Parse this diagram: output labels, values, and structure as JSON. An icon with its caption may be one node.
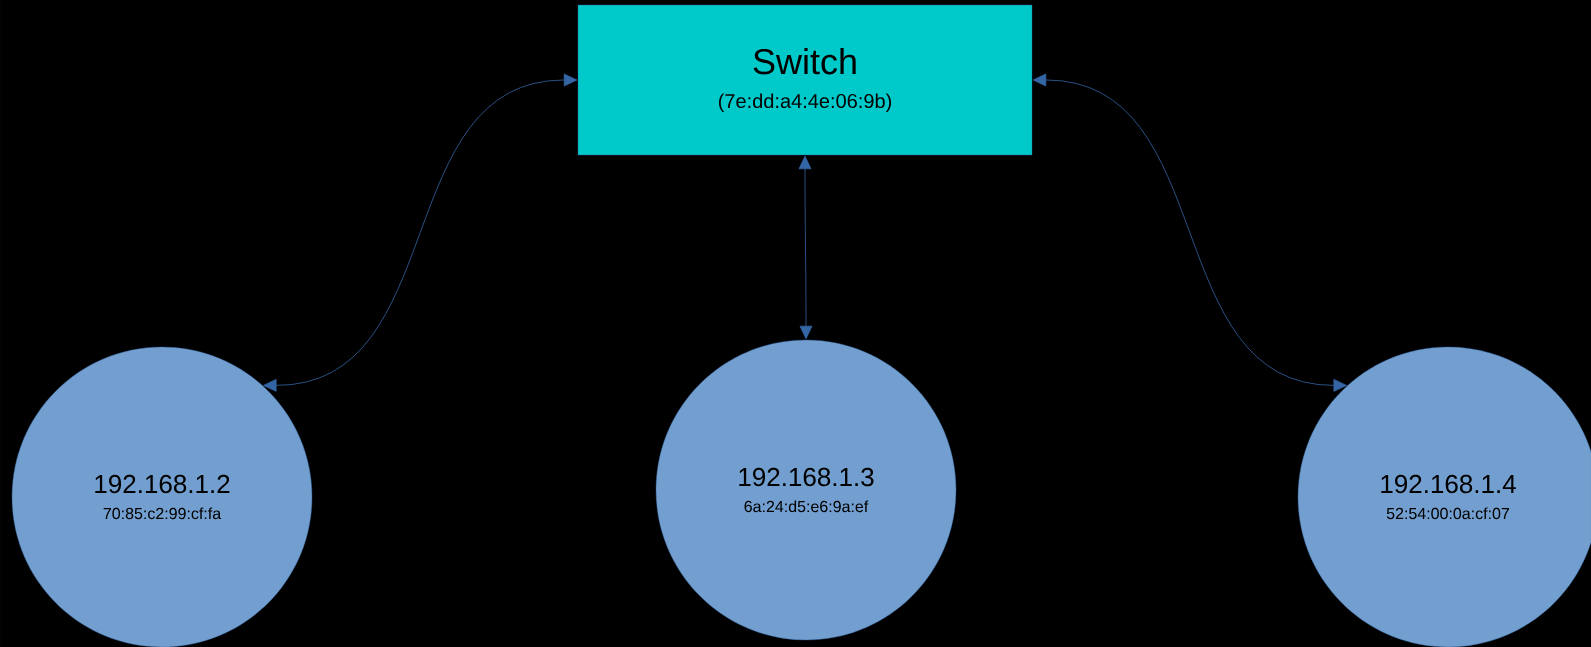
{
  "diagram": {
    "nodes": [
      {
        "text": [
          "Switch",
          "(7e:dd:a4:4e:06:9b)"
        ]
      },
      {
        "text": [
          "192.168.1.2",
          "70:85:c2:99:cf:fa"
        ]
      },
      {
        "text": [
          "192.168.1.3",
          "6a:24:d5:e6:9a:ef"
        ]
      },
      {
        "text": [
          "192.168.1.4",
          "52:54:00:0a:cf:07"
        ]
      }
    ],
    "edges": [
      {
        "from": 0,
        "to": 1,
        "arrow": "both"
      },
      {
        "from": 0,
        "to": 2,
        "arrow": "both"
      },
      {
        "from": 0,
        "to": 3,
        "arrow": "both"
      }
    ]
  }
}
